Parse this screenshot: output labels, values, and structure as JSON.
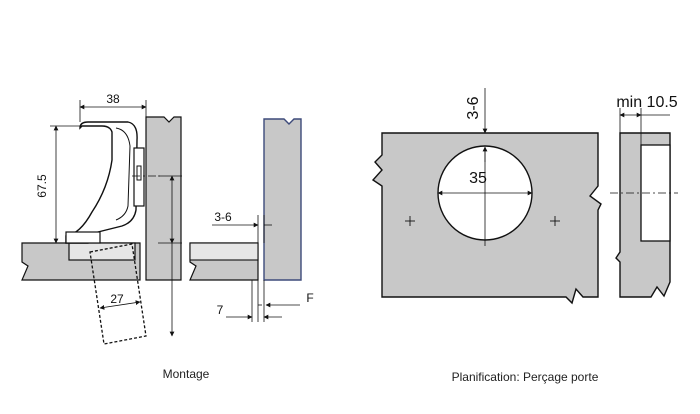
{
  "montage": {
    "caption": "Montage",
    "dims": {
      "width_38": "38",
      "height_67_5": "67.5",
      "range_3_6": "3-6",
      "depth_27": "27",
      "offset_7": "7",
      "label_F": "F"
    }
  },
  "planification": {
    "caption": "Planification: Perçage porte",
    "dims": {
      "range_3_6": "3-6",
      "diameter_35": "35",
      "min_label": "min 10.5"
    }
  },
  "colors": {
    "panel_gray": "#c8c8c8",
    "line": "#111111",
    "door_edge": "#3d4a7a"
  }
}
